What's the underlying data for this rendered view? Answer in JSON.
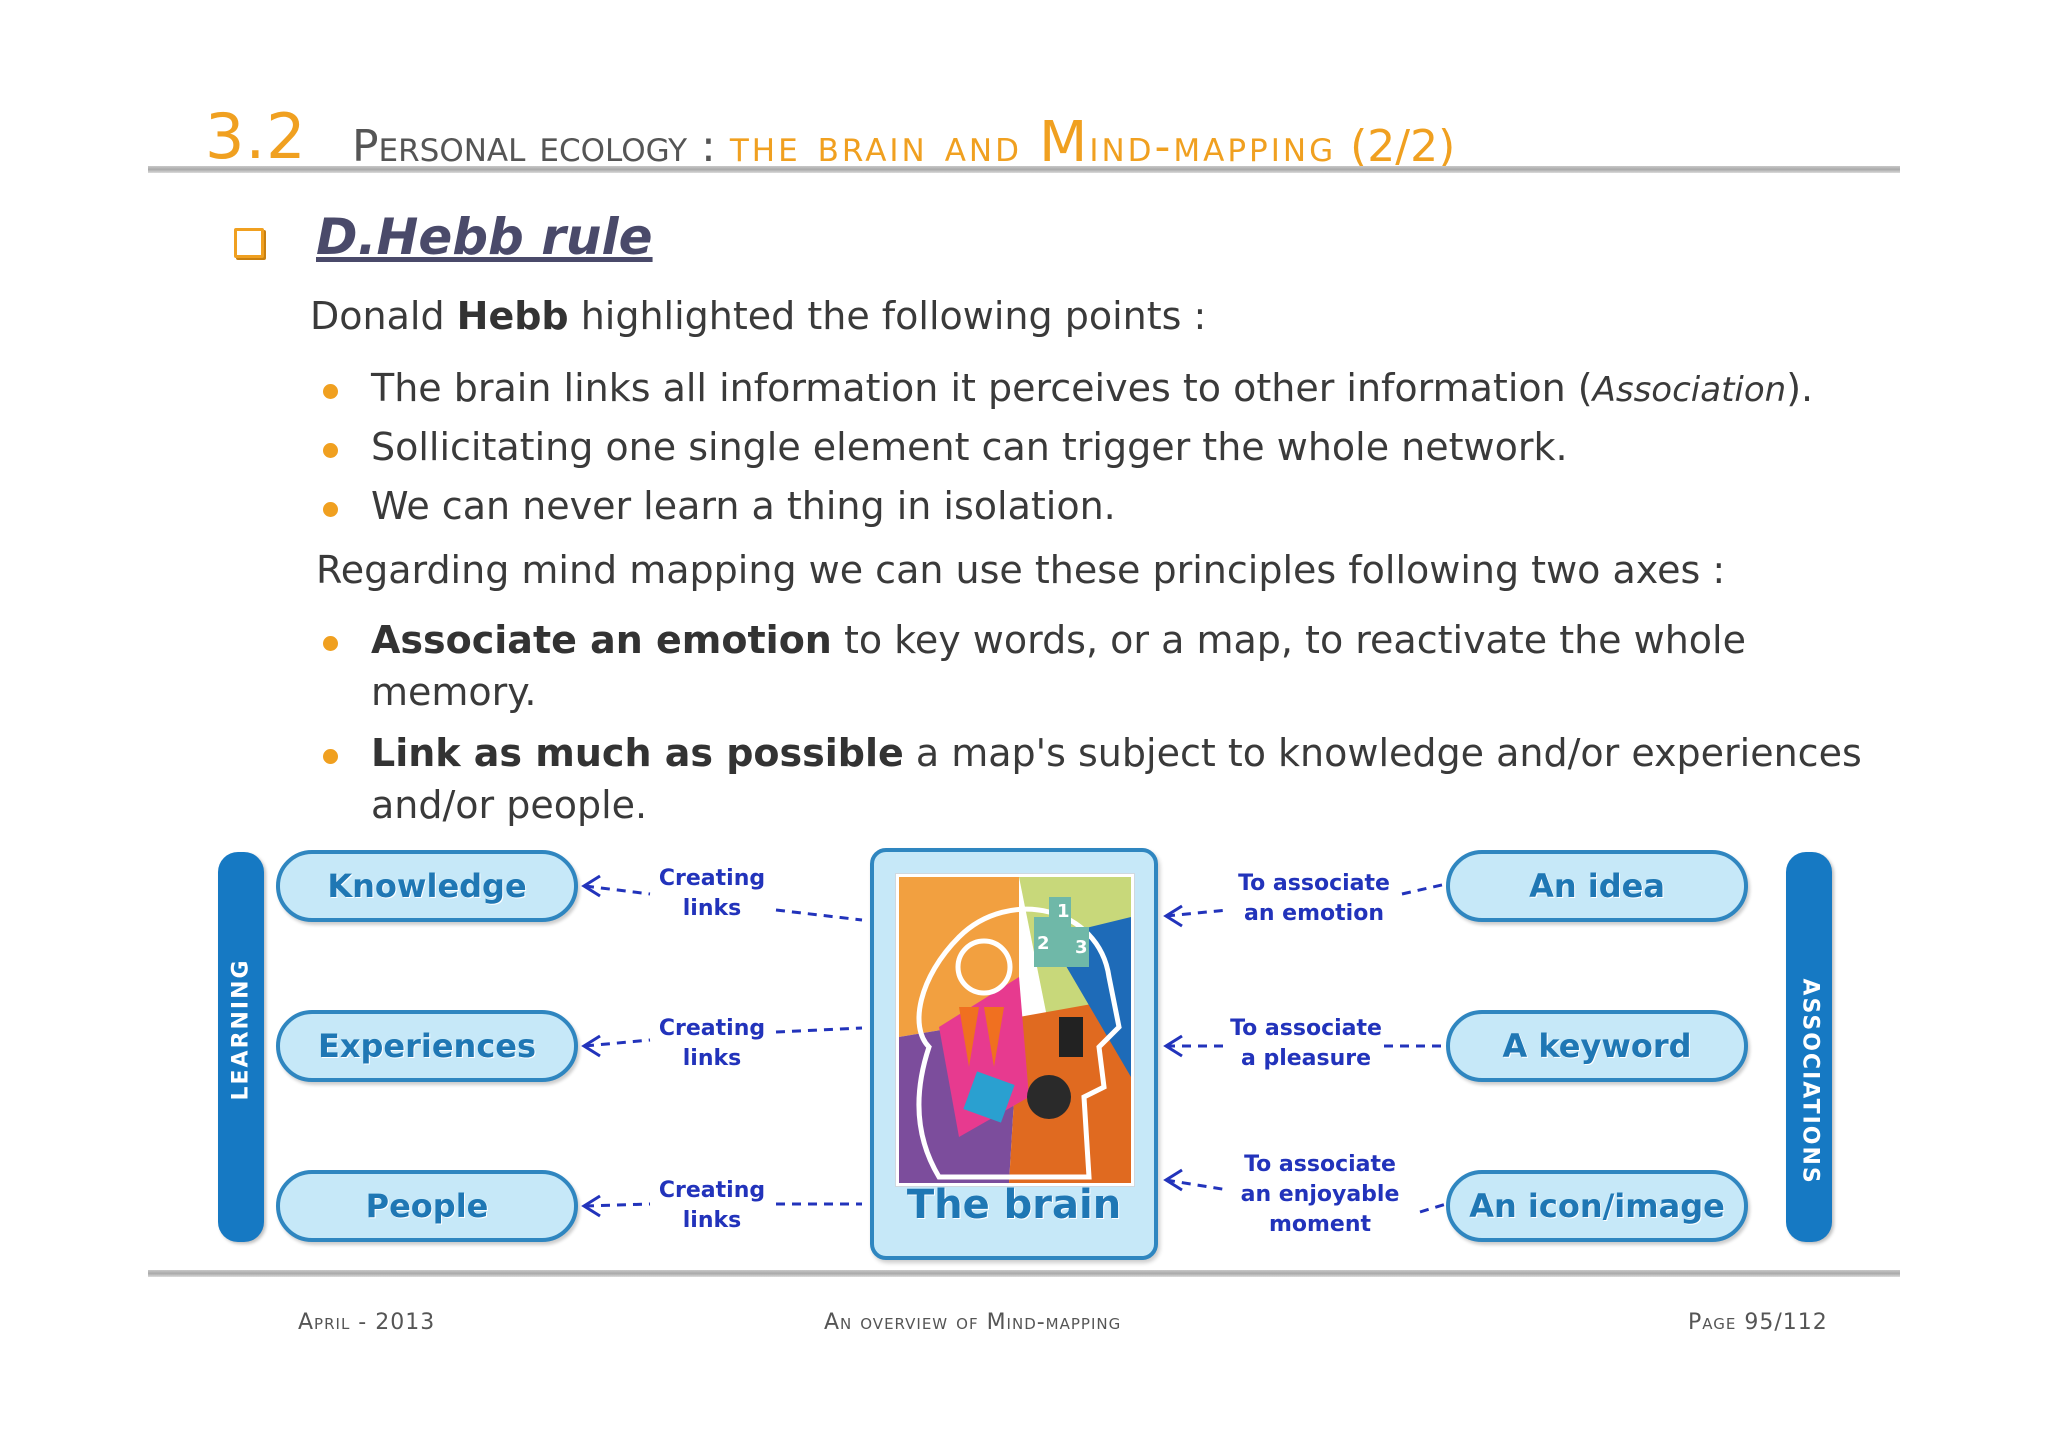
{
  "header": {
    "section_number": "3.2",
    "title_gray": "Personal ecology :",
    "title_orange_1": "the brain and ",
    "title_orange_big": "M",
    "title_orange_2": "ind-mapping",
    "title_page": "(2/2)"
  },
  "heading": "D.Hebb rule",
  "intro": {
    "pre": "Donald ",
    "bold": "Hebb",
    "post": " highlighted the following points :"
  },
  "points": [
    {
      "text": "The brain links all information it perceives to other information (",
      "italic": "Association",
      "end": ")."
    },
    {
      "text": "Sollicitating one single element can trigger the whole network."
    },
    {
      "text": "We can never learn a thing in isolation."
    }
  ],
  "regarding": "Regarding mind mapping we can use these principles following two axes :",
  "axes": [
    {
      "bold": "Associate an emotion",
      "text": " to key words, or a map, to reactivate the whole memory."
    },
    {
      "bold": "Link as much as possible",
      "text": " a map's subject to knowledge and/or experiences and/or people."
    }
  ],
  "diagram": {
    "left_bar": "LEARNING",
    "right_bar": "ASSOCIATIONS",
    "left_pills": [
      "Knowledge",
      "Experiences",
      "People"
    ],
    "right_pills": [
      "An idea",
      "A keyword",
      "An icon/image"
    ],
    "left_links": [
      "Creating\nlinks",
      "Creating\nlinks",
      "Creating\nlinks"
    ],
    "right_links": [
      "To associate\nan emotion",
      "To associate\na pleasure",
      "To associate\nan enjoyable\nmoment"
    ],
    "center_label": "The brain",
    "pic_numbers": [
      "1",
      "2",
      "3"
    ]
  },
  "footer": {
    "left": "April - 2013",
    "center": "An overview of Mind-mapping",
    "right": "Page 95/112"
  },
  "colors": {
    "accent": "#f0a020",
    "diagram_blue": "#1f77b4",
    "pill_fill": "#c6e8f8",
    "link_text": "#2233bb"
  }
}
